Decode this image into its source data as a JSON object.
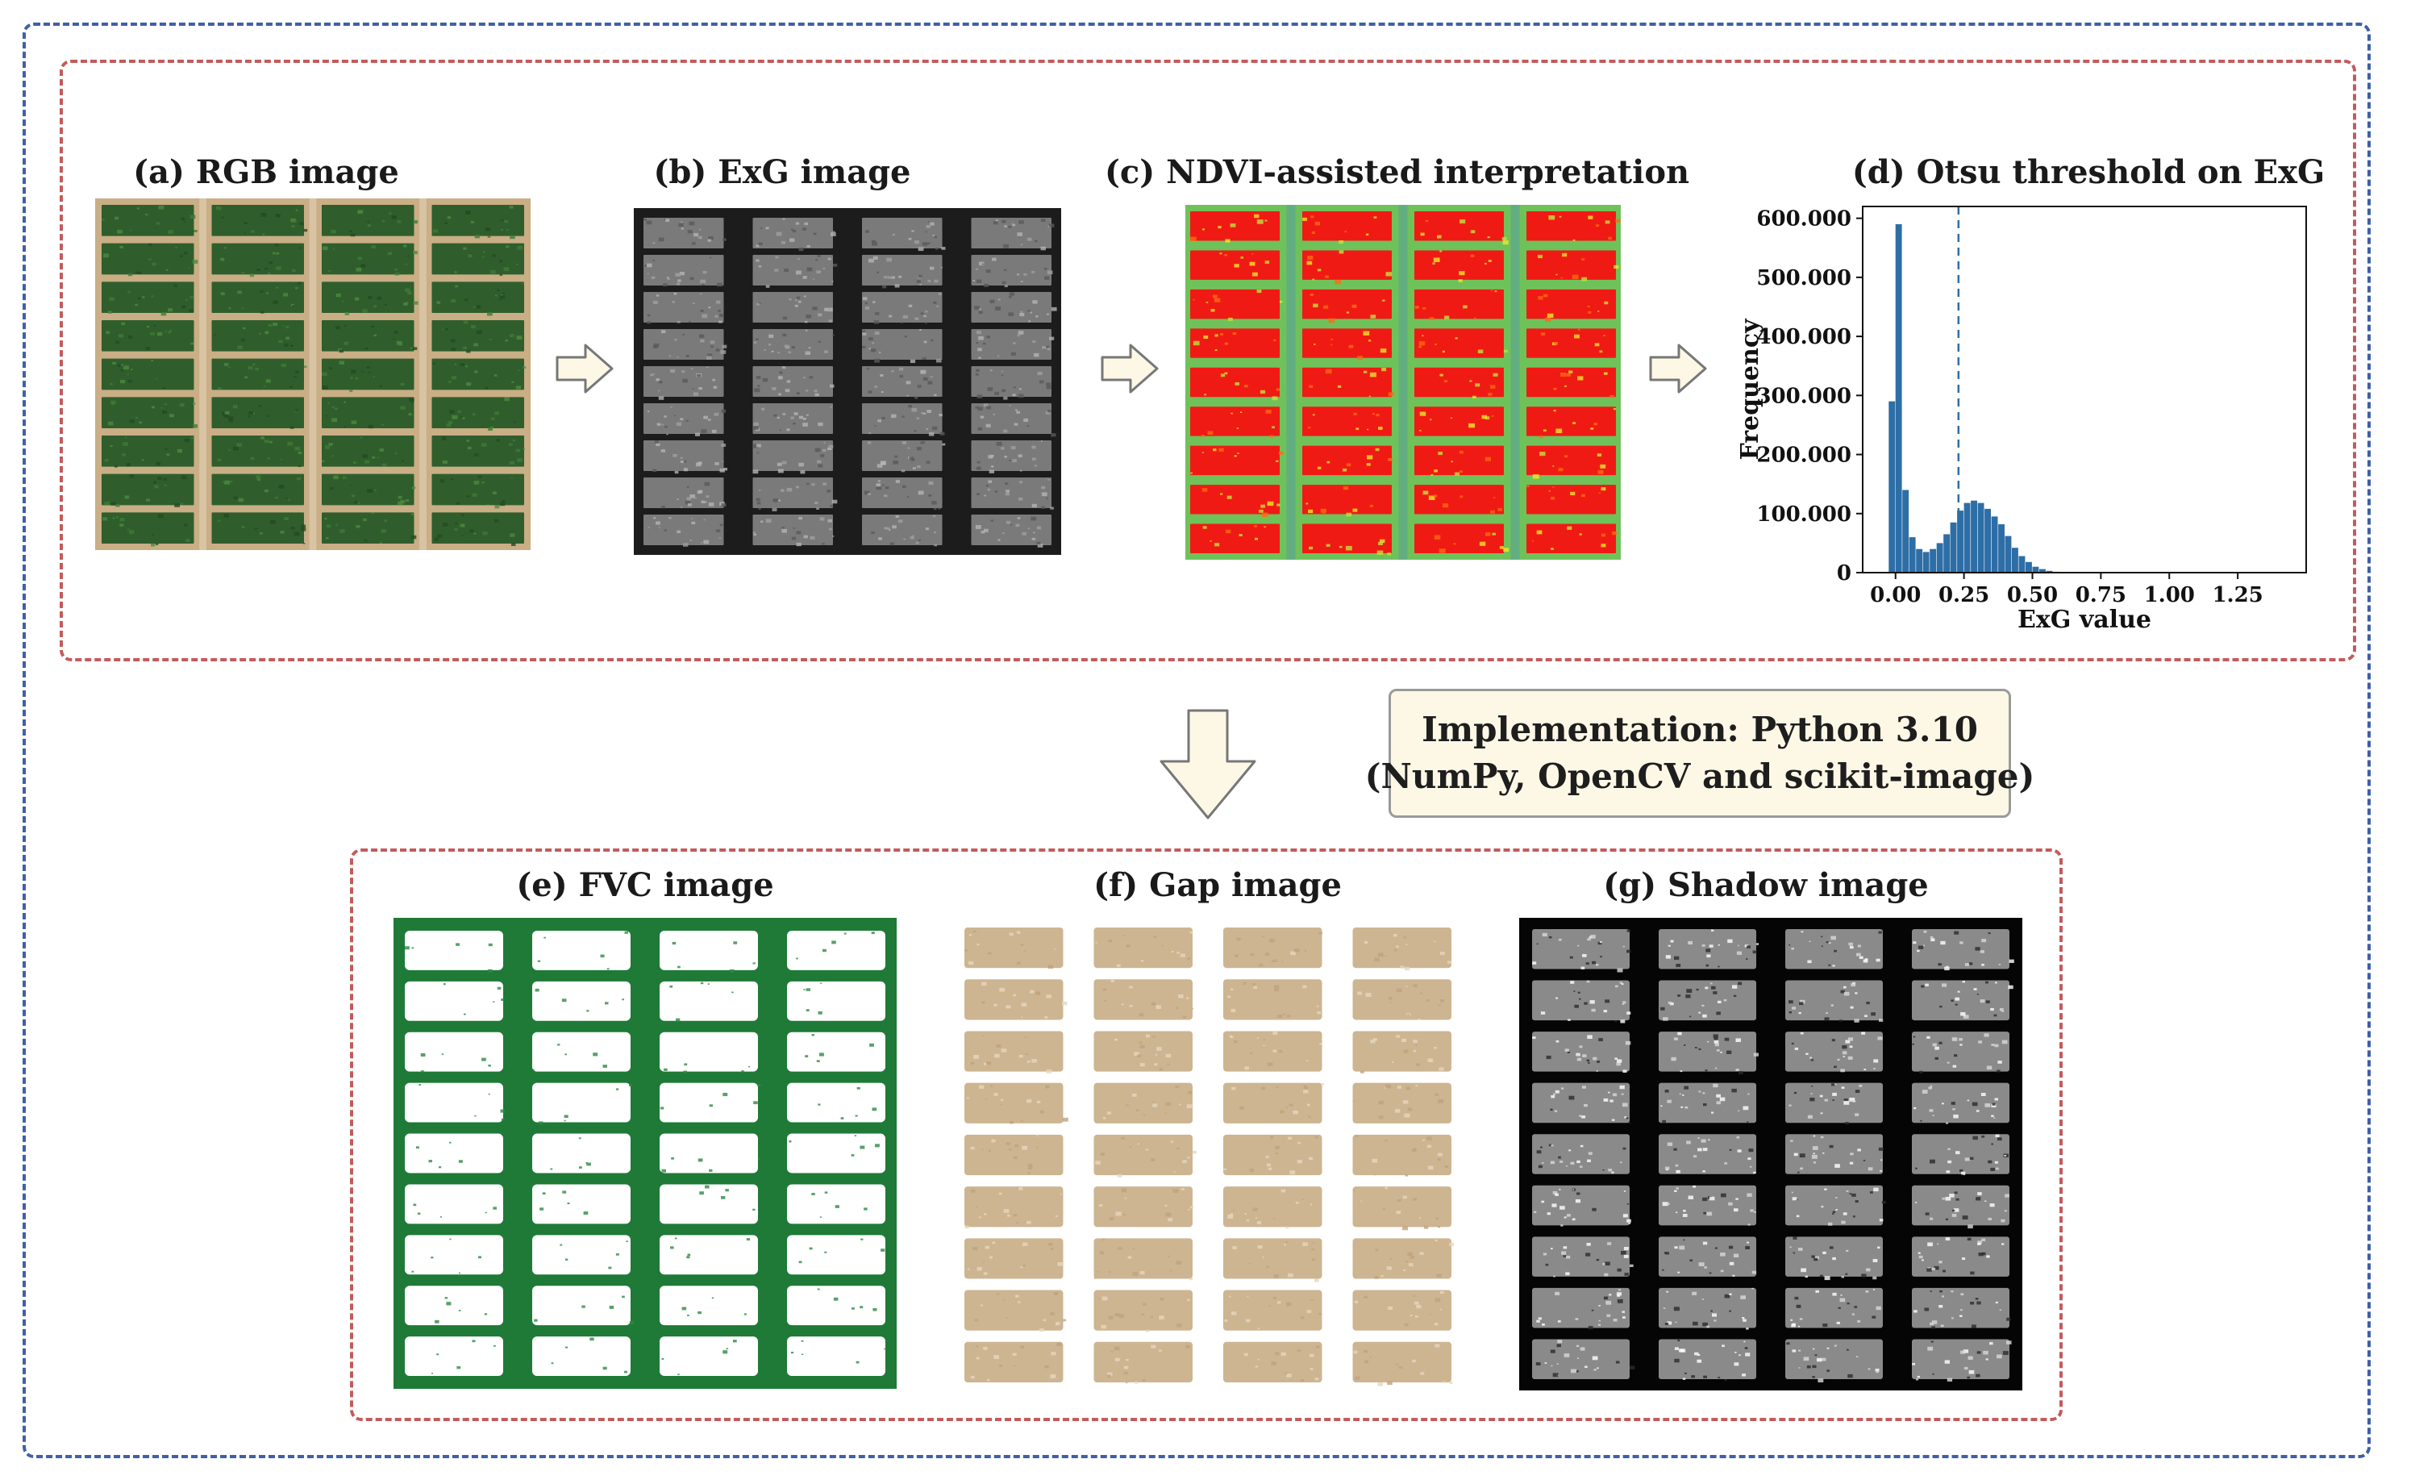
{
  "panels": {
    "a": {
      "title": "(a) RGB image"
    },
    "b": {
      "title": "(b) ExG image"
    },
    "c": {
      "title": "(c) NDVI-assisted interpretation"
    },
    "d": {
      "title": "(d) Otsu threshold on ExG"
    },
    "e": {
      "title": "(e) FVC image"
    },
    "f": {
      "title": "(f) Gap image"
    },
    "g": {
      "title": "(g) Shadow image"
    }
  },
  "implementation": {
    "line1": "Implementation: Python 3.10",
    "line2": "(NumPy, OpenCV and scikit-image)"
  },
  "colors": {
    "outer_border": "#3f5fa8",
    "group_border": "#c25b5b",
    "rgb_soil": "#c9ae86",
    "rgb_canopy": "#2f5e2c",
    "exg_background": "#1c1c1c",
    "exg_plot": "#7a7a7a",
    "ndvi_plot": "#f01a14",
    "ndvi_background": "#6fc25a",
    "fvc_green": "#1e7a36",
    "gap_tan": "#cdb592",
    "histogram_bar": "#2e6ea6",
    "arrow_fill": "#fdf8e6"
  },
  "chart_data": {
    "type": "bar",
    "title": "(d) Otsu threshold on ExG",
    "xlabel": "ExG value",
    "ylabel": "Frequency",
    "xlim": [
      -0.12,
      1.5
    ],
    "ylim": [
      0,
      620000
    ],
    "xticks": [
      "0.00",
      "0.25",
      "0.50",
      "0.75",
      "1.00",
      "1.25"
    ],
    "yticks": [
      "0",
      "100.000",
      "200.000",
      "300.000",
      "400.000",
      "500.000",
      "600.000"
    ],
    "bin_width": 0.025,
    "bins_start": -0.025,
    "values": [
      290000,
      590000,
      140000,
      60000,
      40000,
      35000,
      40000,
      50000,
      65000,
      85000,
      105000,
      118000,
      122000,
      118000,
      108000,
      95000,
      82000,
      62000,
      42000,
      28000,
      18000,
      10000,
      6000,
      3000,
      1500,
      800,
      400
    ],
    "threshold": 0.23,
    "threshold_style": "dashed",
    "grid": false
  }
}
